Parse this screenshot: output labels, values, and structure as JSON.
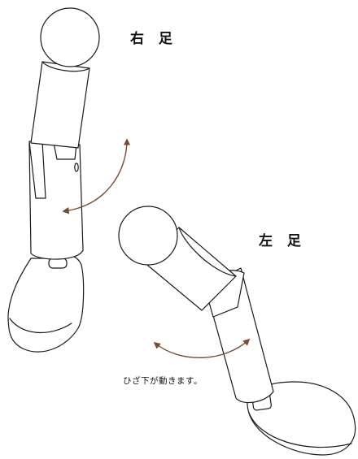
{
  "labels": {
    "right_leg": "右 足",
    "left_leg": "左 足",
    "caption": "ひざ下が動きます。"
  },
  "colors": {
    "line": "#1a1a1a",
    "arrow": "#7a4a30",
    "background": "#ffffff"
  }
}
